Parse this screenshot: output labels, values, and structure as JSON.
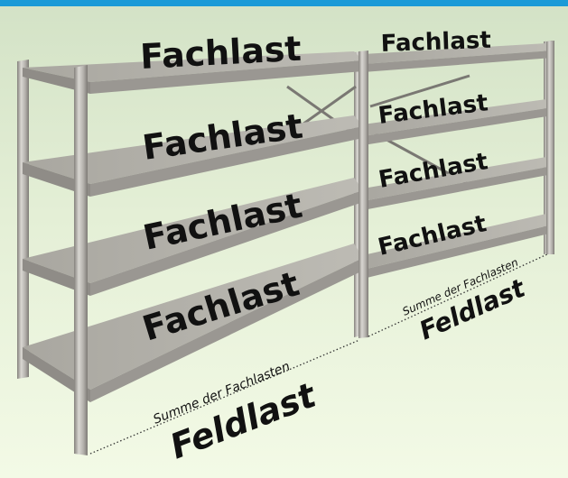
{
  "colors": {
    "frame_border": "#1a9ad7",
    "bg_top": "#d3e2c6",
    "bg_bottom": "#eef8e0",
    "shelf_top": "#b2b0a9",
    "shelf_front": "#8f8c87",
    "upright_light": "#cfcdc8",
    "upright_dark": "#8e8b86",
    "text": "#111111"
  },
  "left_bay": {
    "shelf_labels": [
      "Fachlast",
      "Fachlast",
      "Fachlast",
      "Fachlast"
    ],
    "sum_label": "Summe der Fachlasten",
    "total_label": "Feldlast"
  },
  "right_bay": {
    "shelf_labels": [
      "Fachlast",
      "Fachlast",
      "Fachlast",
      "Fachlast"
    ],
    "sum_label": "Summe der Fachlasten",
    "total_label": "Feldlast"
  }
}
